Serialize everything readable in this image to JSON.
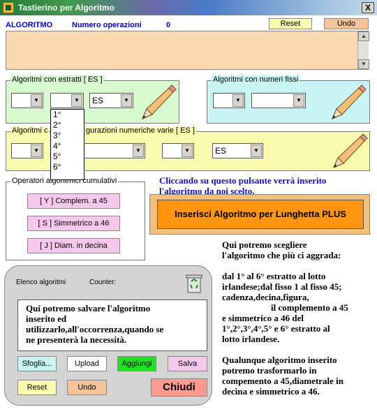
{
  "window": {
    "title": "Tastierino per Algoritmo",
    "close": "X"
  },
  "header": {
    "algo_label": "ALGORITMO",
    "ops_label": "Numero operazioni",
    "ops_count": "0",
    "reset": "Reset",
    "undo": "Undo"
  },
  "group_estratti": {
    "label": "Algoritmi con estratti  [ ES ]",
    "combo3_value": "ES"
  },
  "group_fissi": {
    "label": "Algoritmi con numeri fissi"
  },
  "group_varie": {
    "label_left": "Algoritmi c",
    "label_right": "gurazioni numeriche varie  [ ES ]",
    "combo4_value": "ES"
  },
  "dropdown": {
    "items": [
      "1°",
      "2°",
      "3°",
      "4°",
      "5°",
      "6°"
    ]
  },
  "operatori": {
    "label": "Operatori algoritmici cumulativi",
    "b1": "[ Y ]  Complem. a 45",
    "b2": "[ S ]  Simmetrico  a 46",
    "b3": "[ J ]  Diam. in decina"
  },
  "info_top": {
    "line1": "Cliccando su questo pulsante verrà inserito",
    "line2": "l'algoritmo da noi scelto."
  },
  "main_button": {
    "label": "Inserisci Algoritmo per Lunghetta PLUS"
  },
  "desc": {
    "p1": [
      "Qui potremo scegliere",
      "l'algoritmo che più ci aggrada:"
    ],
    "p2": [
      "dal 1° al 6° estratto al lotto",
      "irlandese;dal fisso 1 al fisso 45;",
      "cadenza,decina,figura,",
      "il  complemento a 45",
      "e simmetrico a 46 del",
      "1°,2°,3°,4°,5° e 6° estratto al",
      "lotto irlandese."
    ],
    "p3": [
      "Qualunque algoritmo inserito",
      "potremo trasformarlo in",
      "compemento a 45,diametrale in",
      "decina e simmetrico a 46."
    ]
  },
  "panel": {
    "list_label": "Elenco algoritmi",
    "counter_label": "Counter:",
    "memo": [
      "Qui potremo salvare l'algoritmo",
      "inserito ed",
      "utilizzarlo,all'occorrenza,quando se",
      "ne presenterà la necessità."
    ],
    "sfoglia": "Sfoglia...",
    "upload": "Upload",
    "aggiungi": "Aggiungi",
    "salva": "Salva",
    "reset": "Reset",
    "undo": "Undo",
    "chiudi": "Chiudi"
  },
  "colors": {
    "textarea": "#f9d7b0",
    "group_green": "#d8f8d0",
    "group_cyan": "#c8f4f4",
    "group_yellow": "#fbfbb0",
    "main_orange": "#ff9410",
    "pink": "#f7c8ec",
    "header_blue": "#0000cc"
  }
}
